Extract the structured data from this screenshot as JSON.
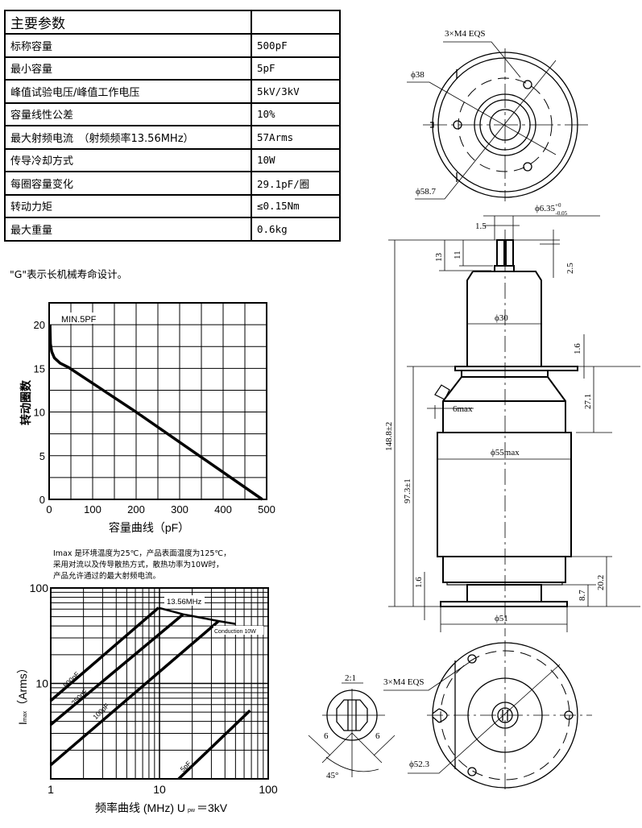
{
  "table": {
    "title": "主要参数",
    "rows": [
      {
        "label": "标称容量",
        "value": "500pF"
      },
      {
        "label": "最小容量",
        "value": "5pF"
      },
      {
        "label": "峰值试验电压/峰值工作电压",
        "value": "5kV/3kV"
      },
      {
        "label": "容量线性公差",
        "value": "10%"
      },
      {
        "label": "最大射频电流　（射频频率13.56MHz）",
        "value": "57Arms"
      },
      {
        "label": "传导冷却方式",
        "value": "10W"
      },
      {
        "label": "每圈容量变化",
        "value": "29.1pF/圈"
      },
      {
        "label": "转动力矩",
        "value": "≤0.15Nm"
      },
      {
        "label": "最大重量",
        "value": "0.6kg"
      }
    ]
  },
  "note": "\"G\"表示长机械寿命设计。",
  "conditions": [
    "Imax 是环境温度为25℃，产品表面温度为125℃，",
    "采用对流以及传导散热方式，散热功率为10W时，",
    "产品允许通过的最大射频电流。"
  ],
  "chart_data": [
    {
      "type": "line",
      "title": "",
      "annotation": "MIN.5PF",
      "xlabel": "容量曲线（pF）",
      "ylabel": "转动圈数",
      "xlim": [
        0,
        500
      ],
      "ylim": [
        0,
        22.5
      ],
      "xticks": [
        "0",
        "100",
        "200",
        "300",
        "400",
        "500"
      ],
      "yticks": [
        "0",
        "5",
        "10",
        "15",
        "20"
      ],
      "grid": true,
      "series": [
        {
          "name": "turns",
          "x": [
            2,
            3,
            6,
            12,
            25,
            45,
            200,
            345,
            490
          ],
          "y": [
            20,
            17.8,
            16.9,
            16.2,
            15.6,
            15.1,
            10,
            5,
            0
          ]
        }
      ]
    },
    {
      "type": "line",
      "scale": "log-log",
      "xlabel": "频率曲线 (MHz) U",
      "xlabel_sub": "pw",
      "xlabel_tail": "＝3kV",
      "ylabel": "I",
      "ylabel_sub": "max",
      "ylabel_tail": "（Arms）",
      "xlim": [
        1,
        100
      ],
      "ylim": [
        1,
        100
      ],
      "xticks": [
        "1",
        "10",
        "100"
      ],
      "yticks": [
        "10",
        "100"
      ],
      "grid": true,
      "series": [
        {
          "name": "500pF",
          "x": [
            1,
            9.8
          ],
          "y": [
            6.6,
            62
          ]
        },
        {
          "name": "250pF",
          "x": [
            1,
            16.5
          ],
          "y": [
            3.7,
            53
          ]
        },
        {
          "name": "100pF",
          "x": [
            1,
            35
          ],
          "y": [
            1.4,
            45
          ]
        },
        {
          "name": "5pF",
          "x": [
            15,
            68
          ],
          "y": [
            1,
            5.2
          ]
        },
        {
          "name": "13.56MHz",
          "x": [
            9.8,
            16.5,
            35,
            50
          ],
          "y": [
            62,
            53,
            45,
            42
          ]
        }
      ],
      "labels": {
        "limit": "13.56MHz",
        "conduction": "Conduction 10W"
      }
    }
  ],
  "drawing": {
    "top_view": {
      "holes": "3×M4 EQS",
      "d38": "ϕ38",
      "d58": "ϕ58.7"
    },
    "side_view": {
      "shaft_d": "ϕ6.35",
      "shaft_tol_up": "+0",
      "shaft_tol_dn": "-0.05",
      "d1_5": "1.5",
      "d13": "13",
      "d11": "11",
      "d2_5": "2.5",
      "d30": "ϕ30",
      "d1_6a": "1.6",
      "d27_1": "27.1",
      "d6max": "6max",
      "d55": "ϕ55max",
      "total": "148.8±2",
      "d97": "97.3±1",
      "d1_6b": "1.6",
      "d8_7": "8.7",
      "d20_2": "20.2",
      "d51": "ϕ51"
    },
    "detail": {
      "scale": "2:1",
      "w1": "6",
      "w2": "6",
      "angle": "45°"
    },
    "bottom_view": {
      "holes": "3×M4 EQS",
      "d52": "ϕ52.3"
    }
  }
}
